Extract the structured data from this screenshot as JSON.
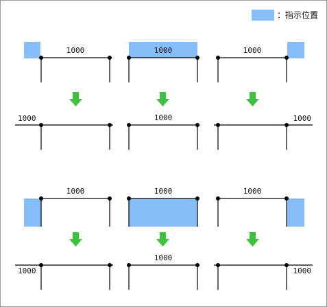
{
  "legend": {
    "swatch_color": "#86bff8",
    "label": "：指示位置"
  },
  "colors": {
    "highlight": "#86bff8",
    "arrow": "#3cc23c",
    "line": "#000000"
  },
  "dimension_value": "1000",
  "panels": [
    {
      "row": 1,
      "col": 1,
      "highlight": "left-end",
      "label": "1000"
    },
    {
      "row": 1,
      "col": 2,
      "highlight": "whole-span",
      "label": "1000"
    },
    {
      "row": 1,
      "col": 3,
      "highlight": "right-end",
      "label": "1000"
    },
    {
      "row": 2,
      "col": 1,
      "result_label": "1000",
      "label_position": "left"
    },
    {
      "row": 2,
      "col": 2,
      "result_label": "1000",
      "label_position": "center"
    },
    {
      "row": 2,
      "col": 3,
      "result_label": "1000",
      "label_position": "right"
    },
    {
      "row": 3,
      "col": 1,
      "highlight": "left-end",
      "label": "1000"
    },
    {
      "row": 3,
      "col": 2,
      "highlight": "whole-span",
      "label": "1000"
    },
    {
      "row": 3,
      "col": 3,
      "highlight": "right-end",
      "label": "1000"
    },
    {
      "row": 4,
      "col": 1,
      "result_label": "1000",
      "label_position": "left"
    },
    {
      "row": 4,
      "col": 2,
      "result_label": "1000",
      "label_position": "center"
    },
    {
      "row": 4,
      "col": 3,
      "result_label": "1000",
      "label_position": "right"
    }
  ]
}
